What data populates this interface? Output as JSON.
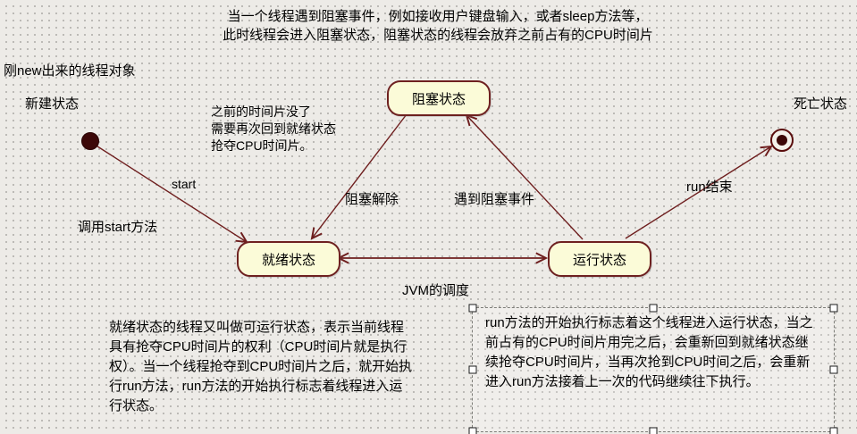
{
  "diagram": {
    "top_note": "当一个线程遇到阻塞事件，例如接收用户键盘输入，或者sleep方法等，\n此时线程会进入阻塞状态，阻塞状态的线程会放弃之前占有的CPU时间片",
    "new_object_note": "刚new出来的线程对象",
    "states": {
      "new": {
        "label": "新建状态"
      },
      "blocked": {
        "label": "阻塞状态"
      },
      "ready": {
        "label": "就绪状态"
      },
      "running": {
        "label": "运行状态"
      },
      "dead": {
        "label": "死亡状态"
      }
    },
    "transitions": {
      "start": {
        "label": "start",
        "note": "调用start方法"
      },
      "unblock": {
        "label": "阻塞解除"
      },
      "block": {
        "label": "遇到阻塞事件"
      },
      "schedule": {
        "label": "JVM的调度"
      },
      "finish": {
        "label": "run结束"
      }
    },
    "blocked_note": "之前的时间片没了\n需要再次回到就绪状态\n抢夺CPU时间片。",
    "ready_note": "就绪状态的线程又叫做可运行状态，表示当前线程具有抢夺CPU时间片的权利（CPU时间片就是执行权）。当一个线程抢夺到CPU时间片之后，就开始执行run方法，run方法的开始执行标志着线程进入运行状态。",
    "running_note": "run方法的开始执行标志着这个线程进入运行状态，当之前占有的CPU时间片用完之后，会重新回到就绪状态继续抢夺CPU时间片，当再次抢到CPU时间之后，会重新进入run方法接着上一次的代码继续往下执行。"
  },
  "colors": {
    "accent": "#6e1e1e",
    "state_fill": "#fbfbd8",
    "background": "#edebe7"
  }
}
